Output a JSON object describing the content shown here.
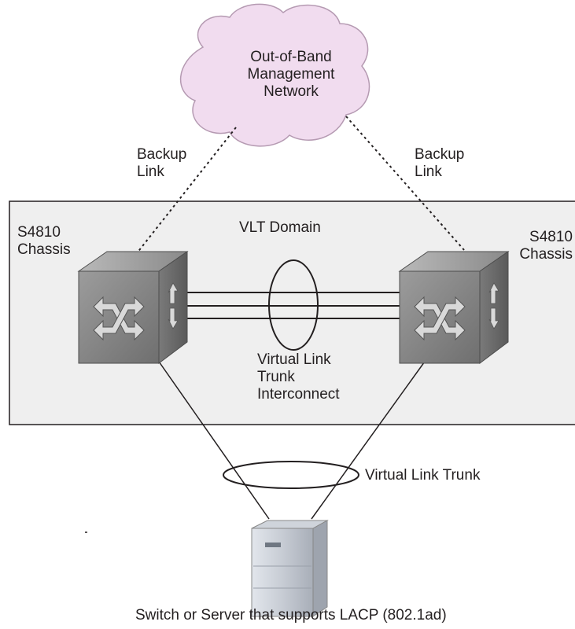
{
  "cloud": {
    "label": "Out-of-Band\nManagement\nNetwork"
  },
  "backup_link_left": {
    "label": "Backup\nLink"
  },
  "backup_link_right": {
    "label": "Backup\nLink"
  },
  "domain": {
    "label": "VLT Domain"
  },
  "chassis_left": {
    "label": "S4810\nChassis"
  },
  "chassis_right": {
    "label": "S4810\nChassis"
  },
  "interconnect": {
    "label": "Virtual Link\nTrunk\nInterconnect"
  },
  "vlt": {
    "label": "Virtual Link Trunk"
  },
  "server": {
    "label": "Switch or Server that supports LACP (802.1ad)"
  },
  "colors": {
    "cloud_fill": "#f1dcef",
    "cloud_stroke": "#b59ab2",
    "domain_fill": "#efefef",
    "chassis_front": "#8b8b8b",
    "chassis_top": "#a9a9a9",
    "chassis_side": "#6e6e6e",
    "line": "#231f20"
  }
}
